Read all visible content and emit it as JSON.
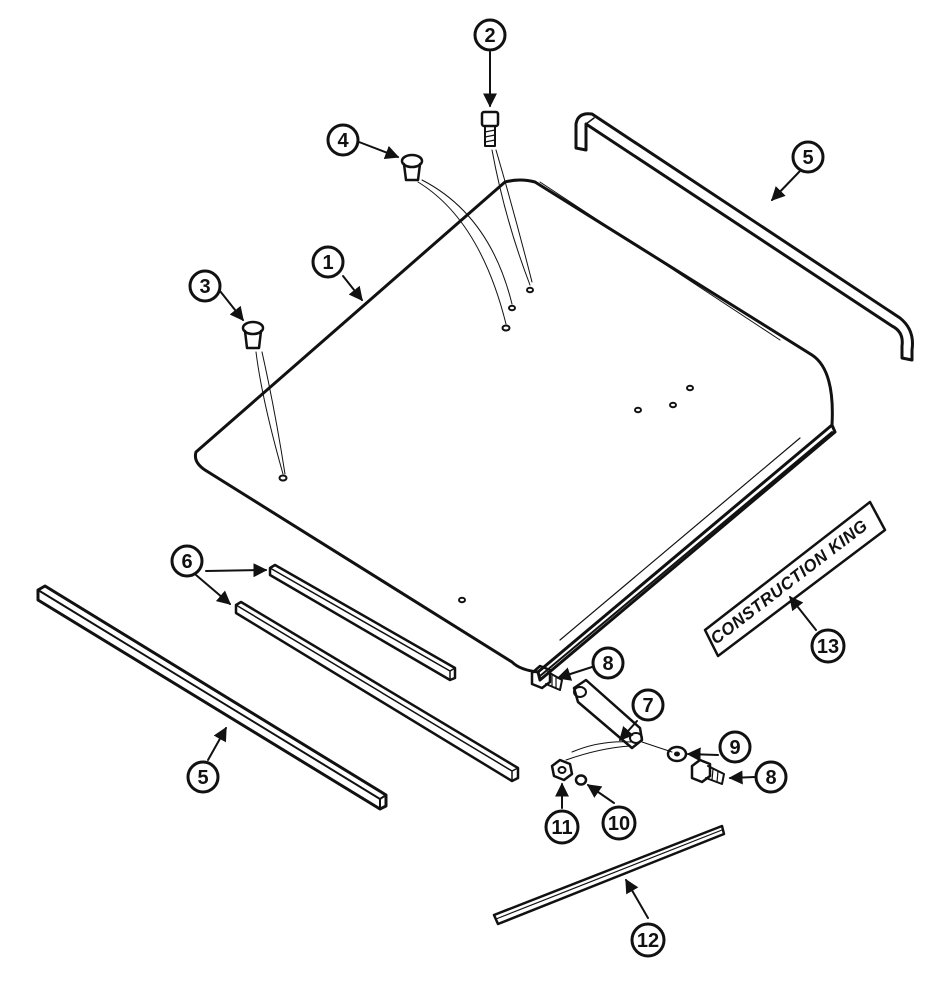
{
  "decal": {
    "text": "CONSTRUCTION KING"
  },
  "callouts": [
    {
      "id": "c1",
      "label": "1"
    },
    {
      "id": "c2",
      "label": "2"
    },
    {
      "id": "c3",
      "label": "3"
    },
    {
      "id": "c4",
      "label": "4"
    },
    {
      "id": "c5a",
      "label": "5"
    },
    {
      "id": "c5b",
      "label": "5"
    },
    {
      "id": "c6",
      "label": "6"
    },
    {
      "id": "c7",
      "label": "7"
    },
    {
      "id": "c8a",
      "label": "8"
    },
    {
      "id": "c8b",
      "label": "8"
    },
    {
      "id": "c9",
      "label": "9"
    },
    {
      "id": "c10",
      "label": "10"
    },
    {
      "id": "c11",
      "label": "11"
    },
    {
      "id": "c12",
      "label": "12"
    },
    {
      "id": "c13",
      "label": "13"
    }
  ],
  "colors": {
    "ink": "#111111",
    "paper": "#ffffff"
  }
}
